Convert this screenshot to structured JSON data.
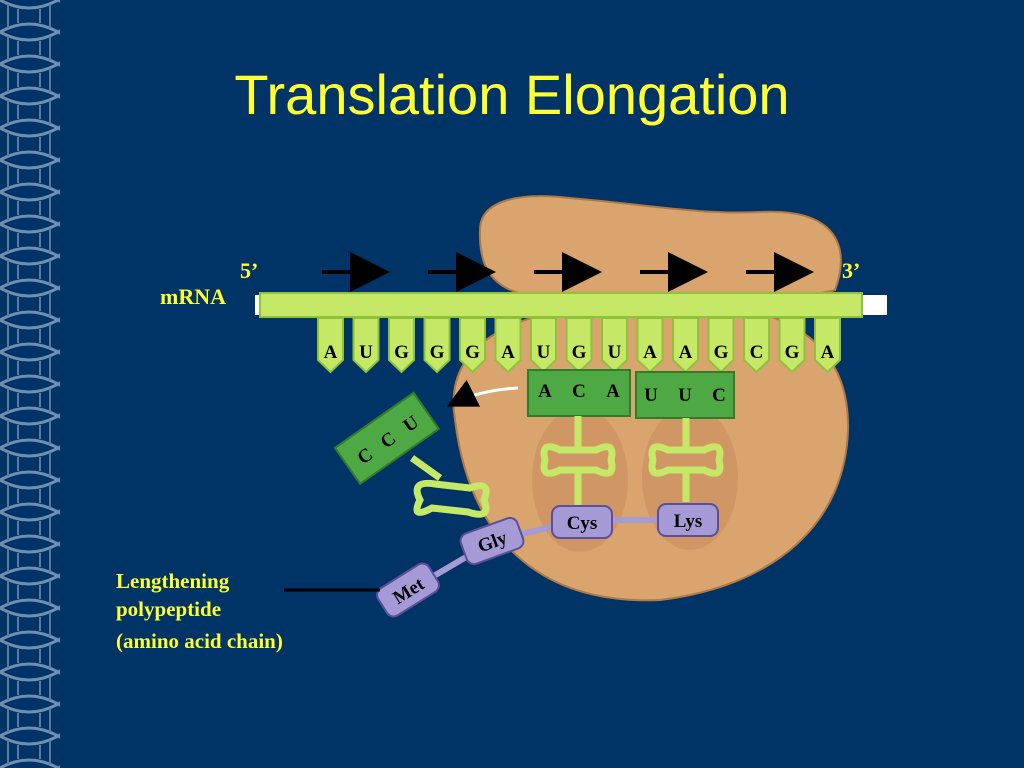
{
  "slide": {
    "title": "Translation Elongation"
  },
  "colors": {
    "background": "#003366",
    "title": "#ffff33",
    "label": "#ffff33",
    "ribosome": "#d9a46e",
    "mrna_green": "#c6e867",
    "trna_green": "#4ea843",
    "amino_acid": "#a69ad6"
  },
  "mrna": {
    "label": "mRNA",
    "five_prime": "5’",
    "three_prime": "3’",
    "codons": [
      "A",
      "U",
      "G",
      "G",
      "G",
      "A",
      "U",
      "G",
      "U",
      "A",
      "A",
      "G",
      "C",
      "G",
      "A"
    ]
  },
  "trna": {
    "incoming_anticodon": [
      "C",
      "C",
      "U"
    ],
    "site1_anticodon": [
      "A",
      "C",
      "A"
    ],
    "site2_anticodon": [
      "U",
      "U",
      "C"
    ]
  },
  "amino_acids": [
    "Met",
    "Gly",
    "Cys",
    "Lys"
  ],
  "polypeptide_label": {
    "line1": "Lengthening",
    "line2": "polypeptide",
    "line3": "(amino acid chain)"
  }
}
